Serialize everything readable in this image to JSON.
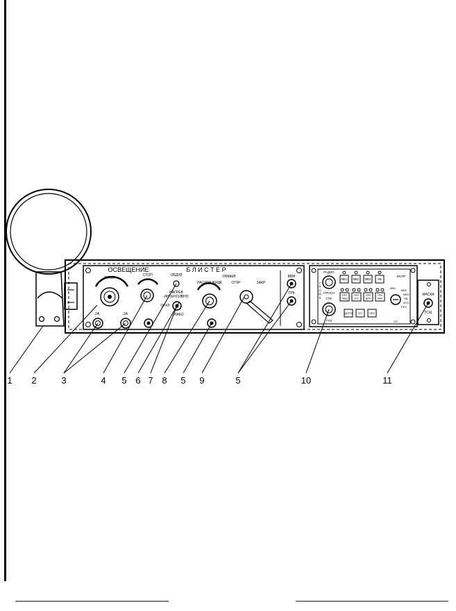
{
  "panel": {
    "lighting": {
      "title": "ОСВЕЩЕНИЕ",
      "console": "ПУЛЬТ",
      "stop": "СТОП",
      "fuse_left": "2А",
      "fuse_right": "2А"
    },
    "canopy": {
      "title": "Б Л И С Т Е Р",
      "blow": "ОБДУВ",
      "wash": "ОБМЫВ",
      "heat_intense": "НАГРЕВ\nИНТЕНСИВНО",
      "heat_off": "ОТКЛ",
      "heat_weak": "СЛАБО",
      "fluid_flow": "РАСХОД ЖИДК",
      "open": "ОТКР",
      "close": "ЗАКР"
    },
    "edge_switches": {
      "top": "ВВМ",
      "bottom": "ТРБ"
    },
    "radio_block": {
      "radio": "РАДИО",
      "listen": "ПРОСЛ",
      "volume_vertical": "ГРОМК",
      "spu": "СПУ",
      "gto": "ГТО",
      "buttons_top": [
        "МВ1",
        "МВ2",
        "МВ3",
        "КВ"
      ],
      "ispr": "ИСПР",
      "buttons_mid": [
        "ПР1\nОБЩ",
        "ПР2\nУСТ",
        "ПР3\nДОП",
        "ПР4\nМКЕ"
      ],
      "buttons_bottom": [
        "ДОРН",
        "БП",
        "ПБЗ"
      ],
      "selector_labels": [
        "МВ1",
        "МВ2",
        "МВ3",
        "КВ",
        "АТО",
        "РЕЗ"
      ],
      "code": "СП"
    },
    "mask": {
      "title": "МАСКА",
      "sub": "ГСШ"
    }
  },
  "callouts": [
    "1",
    "2",
    "3",
    "4",
    "5",
    "6",
    "7",
    "8",
    "5",
    "9",
    "5",
    "10",
    "11"
  ]
}
